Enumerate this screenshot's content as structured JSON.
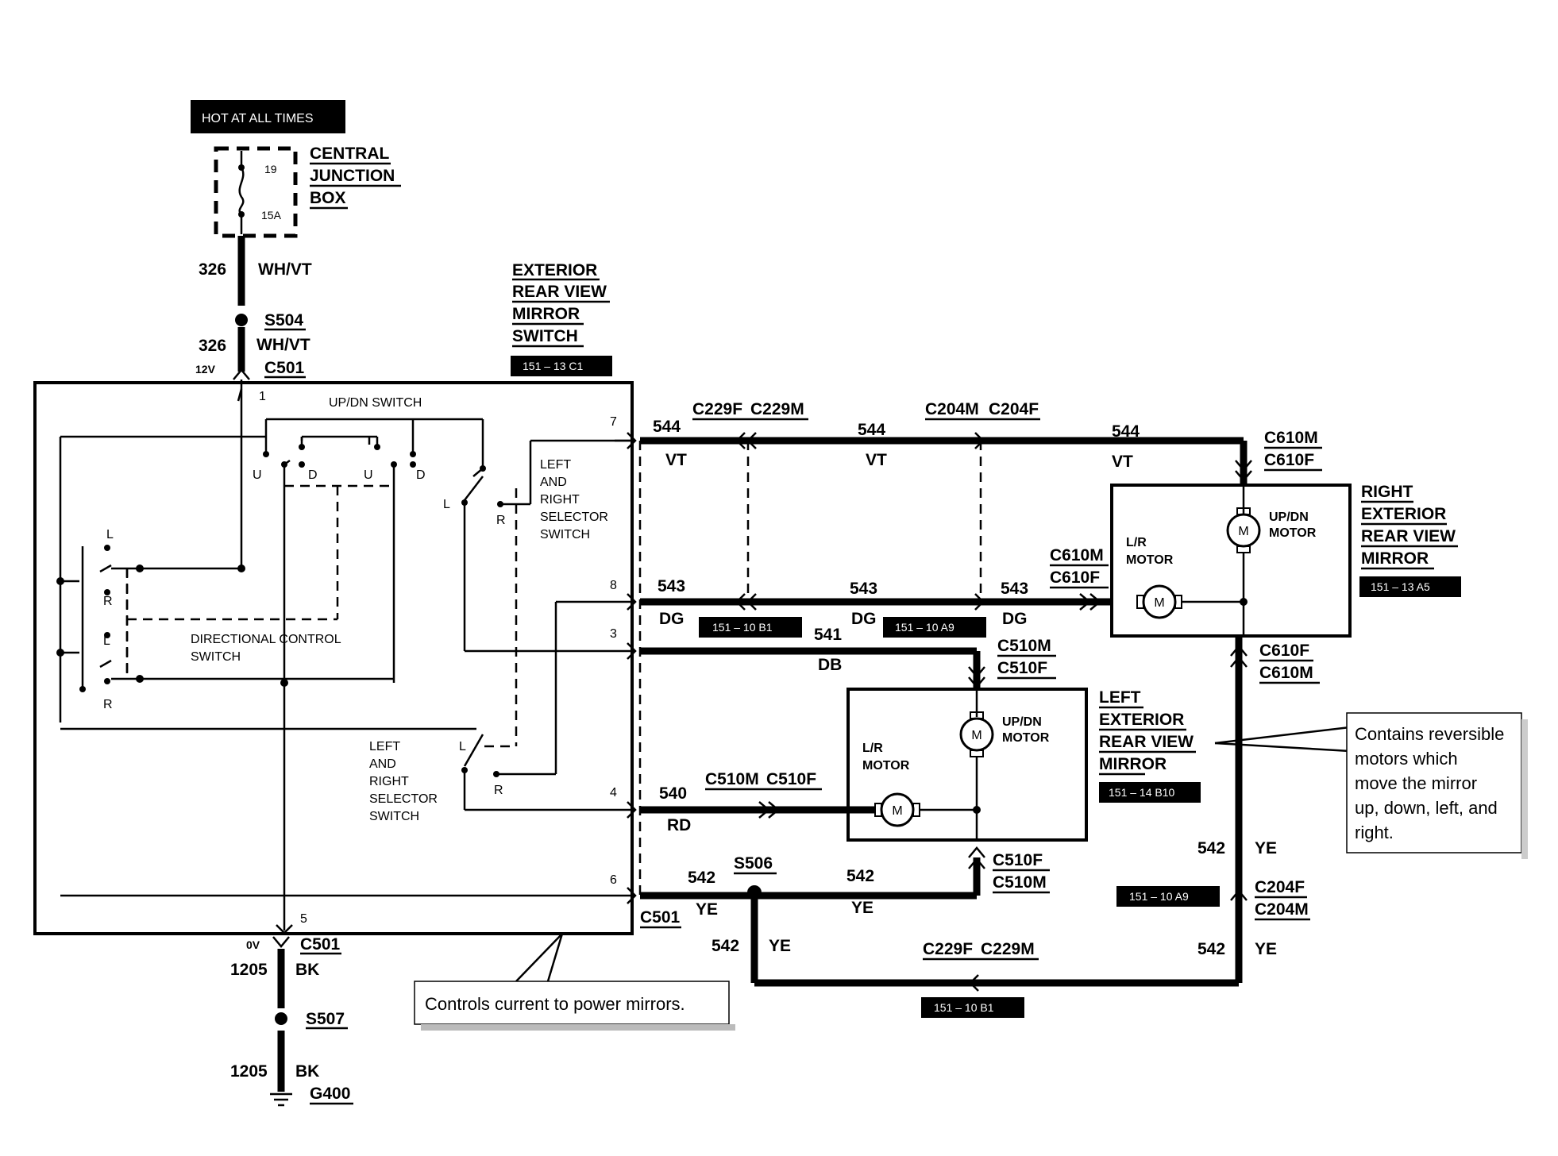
{
  "power": {
    "hot_label": "HOT AT ALL TIMES",
    "fuse_num": "19",
    "fuse_amp": "15A"
  },
  "cjb": [
    "CENTRAL",
    "JUNCTION",
    "BOX"
  ],
  "wires": {
    "w326a_num": "326",
    "w326a_color": "WH/VT",
    "s504": "S504",
    "w326b_num": "326",
    "w326b_color": "WH/VT",
    "v12": "12V",
    "c501_top": "C501",
    "v0": "0V",
    "c501_bot": "C501",
    "w1205a_num": "1205",
    "w1205a_color": "BK",
    "s507": "S507",
    "w1205b_num": "1205",
    "w1205b_color": "BK",
    "g400": "G400",
    "w544_1": "544",
    "w544_1c": "VT",
    "c229f_1": "C229F",
    "c229m_1": "C229M",
    "w544_2": "544",
    "w544_2c": "VT",
    "c204m_1": "C204M",
    "c204f_1": "C204F",
    "w544_3": "544",
    "w544_3c": "VT",
    "c610m_1": "C610M",
    "c610f_1": "C610F",
    "w543_1": "543",
    "w543_1c": "DG",
    "w543_2": "543",
    "w543_2c": "DG",
    "w543_3": "543",
    "w543_3c": "DG",
    "c610m_2": "C610M",
    "c610f_2": "C610F",
    "w541": "541",
    "w541c": "DB",
    "c510m_1": "C510M",
    "c510f_1": "C510F",
    "w540": "540",
    "w540c": "RD",
    "c510m_2": "C510M",
    "c510f_2": "C510F",
    "w542_1": "542",
    "w542_1c": "YE",
    "s506": "S506",
    "w542_2": "542",
    "w542_2c": "YE",
    "c510f_3": "C510F",
    "c510m_3": "C510M",
    "c501_right": "C501",
    "w542_3": "542",
    "w542_3c": "YE",
    "c229f_2": "C229F",
    "c229m_2": "C229M",
    "w542_4": "542",
    "w542_4c": "YE",
    "w542_5": "542",
    "w542_5c": "YE",
    "c204f_2": "C204F",
    "c204m_2": "C204M",
    "c610f_3": "C610F",
    "c610m_3": "C610M"
  },
  "refs": {
    "r1": "151 – 13 C1",
    "r2": "151 – 10 B1",
    "r3": "151 – 10 A9",
    "r4": "151 – 13 A5",
    "r5": "151 – 14 B10",
    "r6": "151 – 10 A9",
    "r7": "151 – 10 B1"
  },
  "switch": {
    "title": [
      "EXTERIOR",
      "REAR VIEW",
      "MIRROR",
      "SWITCH"
    ],
    "updn": "UP/DN SWITCH",
    "dir": [
      "DIRECTIONAL CONTROL",
      "SWITCH"
    ],
    "lr_top": [
      "LEFT",
      "AND",
      "RIGHT",
      "SELECTOR",
      "SWITCH"
    ],
    "lr_bot": [
      "LEFT",
      "AND",
      "RIGHT",
      "SELECTOR",
      "SWITCH"
    ],
    "pins": {
      "p1": "1",
      "p3": "3",
      "p4": "4",
      "p5": "5",
      "p6": "6",
      "p7": "7",
      "p8": "8"
    },
    "U": "U",
    "D": "D",
    "L": "L",
    "R": "R"
  },
  "right_mirror": {
    "title": [
      "RIGHT",
      "EXTERIOR",
      "REAR VIEW",
      "MIRROR"
    ],
    "updn": [
      "UP/DN",
      "MOTOR"
    ],
    "lr": [
      "L/R",
      "MOTOR"
    ],
    "m": "M"
  },
  "left_mirror": {
    "title": [
      "LEFT",
      "EXTERIOR",
      "REAR VIEW",
      "MIRROR"
    ],
    "updn": [
      "UP/DN",
      "MOTOR"
    ],
    "lr": [
      "L/R",
      "MOTOR"
    ],
    "m": "M"
  },
  "callouts": {
    "controls": "Controls current to power mirrors.",
    "reversible": [
      "Contains reversible",
      "motors which",
      "move the mirror",
      "up, down, left, and",
      "right."
    ]
  }
}
